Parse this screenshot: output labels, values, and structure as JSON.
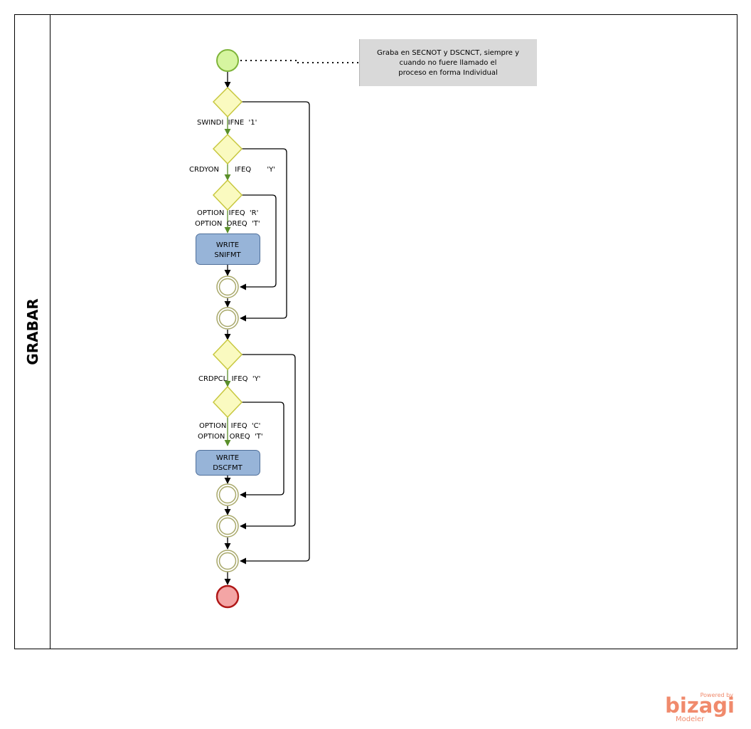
{
  "lane": {
    "title": "GRABAR"
  },
  "annotation": {
    "lines": [
      "Graba en SECNOT y DSCNCT, siempre y",
      "cuando no fuere llamado el",
      "proceso en forma Individual"
    ]
  },
  "conditions": {
    "g1": "SWINDI  IFNE  '1'",
    "g2": "CRDYON       IFEQ       'Y'",
    "g3a": "OPTION  IFEQ  'R'",
    "g3b": "OPTION  OREQ  'T'",
    "g4": "CRDPCL  IFEQ  'Y'",
    "g5a": "OPTION  IFEQ  'C'",
    "g5b": "OPTION  OREQ  'T'"
  },
  "tasks": {
    "t1": [
      "WRITE",
      "SNIFMT"
    ],
    "t2": [
      "WRITE",
      "DSCFMT"
    ]
  },
  "brand": {
    "powered": "Powered by",
    "name": "bizagi",
    "product": "Modeler"
  },
  "colors": {
    "start_fill": "#d6f5a0",
    "start_stroke": "#7fb53b",
    "gateway_fill": "#fafac0",
    "gateway_stroke": "#c8c840",
    "task_fill": "#97b4d8",
    "task_stroke": "#4f6f9a",
    "merge_stroke": "#a8a86a",
    "end_fill": "#f4a5a5",
    "end_stroke": "#b01818",
    "flow_green": "#5a8f2a",
    "flow_black": "#000000",
    "annotation_fill": "#d9d9d9",
    "brand": "#f08a6c"
  }
}
